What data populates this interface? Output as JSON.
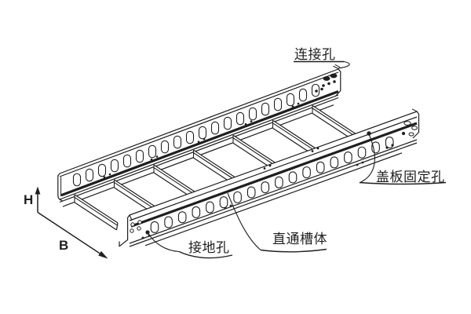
{
  "figure": {
    "description": "Isometric technical line drawing of a ladder-type straight cable tray section",
    "background_color": "#ffffff",
    "line_color": "#1f1f1f"
  },
  "labels": {
    "connection_hole": "连接孔",
    "cover_plate_fixing_hole": "盖板固定孔",
    "grounding_hole": "接地孔",
    "straight_trough_body": "直通槽体",
    "height_dimension": "H",
    "width_dimension": "B"
  },
  "structure": {
    "rung_count": 7,
    "far_rail_slot_count": 20,
    "near_rail_slot_count": 18,
    "grounding_hole_count": 4,
    "far_end_connection_dot_count": 5,
    "near_end_fixing_dot_count": 3
  }
}
